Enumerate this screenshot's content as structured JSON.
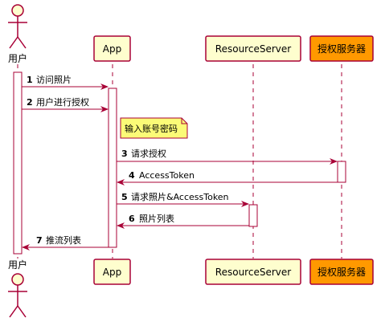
{
  "participants": {
    "user": {
      "label": "用户"
    },
    "app": {
      "label": "App"
    },
    "resource_server": {
      "label": "ResourceServer"
    },
    "auth_service": {
      "label": "授权服务器"
    }
  },
  "colors": {
    "participant_fill": "#FEFECE",
    "participant_border": "#A80036",
    "auth_fill": "#FF9900",
    "arrow": "#A80036",
    "note_fill": "#FBFB77",
    "lifeline": "#A80036"
  },
  "messages": [
    {
      "num": "1",
      "text": "访问照片"
    },
    {
      "num": "2",
      "text": "用户进行授权"
    },
    {
      "num": "3",
      "text": "请求授权"
    },
    {
      "num": "4",
      "text": "AccessToken"
    },
    {
      "num": "5",
      "text": "请求照片&AccessToken"
    },
    {
      "num": "6",
      "text": "照片列表"
    },
    {
      "num": "7",
      "text": "推流列表"
    }
  ],
  "note": {
    "text": "输入账号密码"
  }
}
